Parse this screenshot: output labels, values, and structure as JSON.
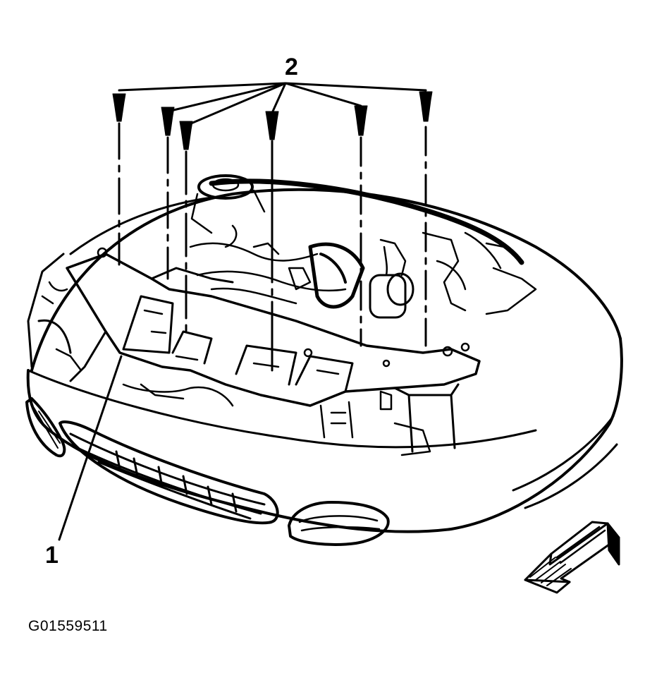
{
  "callouts": {
    "part_1": "1",
    "part_2": "2"
  },
  "figure_id": "G01559511",
  "colors": {
    "ink": "#000000",
    "paper": "#ffffff"
  },
  "icons": [
    "bolt-icon",
    "view-direction-arrow-icon"
  ]
}
